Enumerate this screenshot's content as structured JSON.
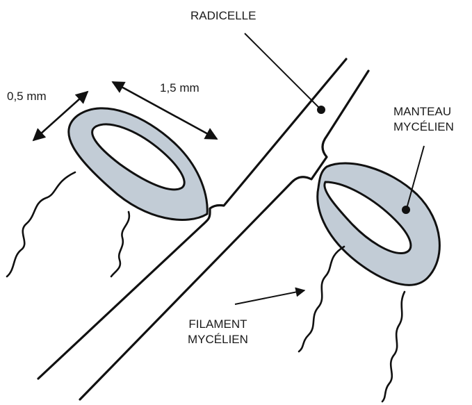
{
  "colors": {
    "stroke": "#111111",
    "mantle_fill": "#c2ccd6",
    "background": "#ffffff"
  },
  "labels": {
    "radicelle": "RADICELLE",
    "manteau_line1": "MANTEAU",
    "manteau_line2": "MYCÉLIEN",
    "filament_line1": "FILAMENT",
    "filament_line2": "MYCÉLIEN",
    "dim_width": "0,5 mm",
    "dim_length": "1,5 mm"
  }
}
